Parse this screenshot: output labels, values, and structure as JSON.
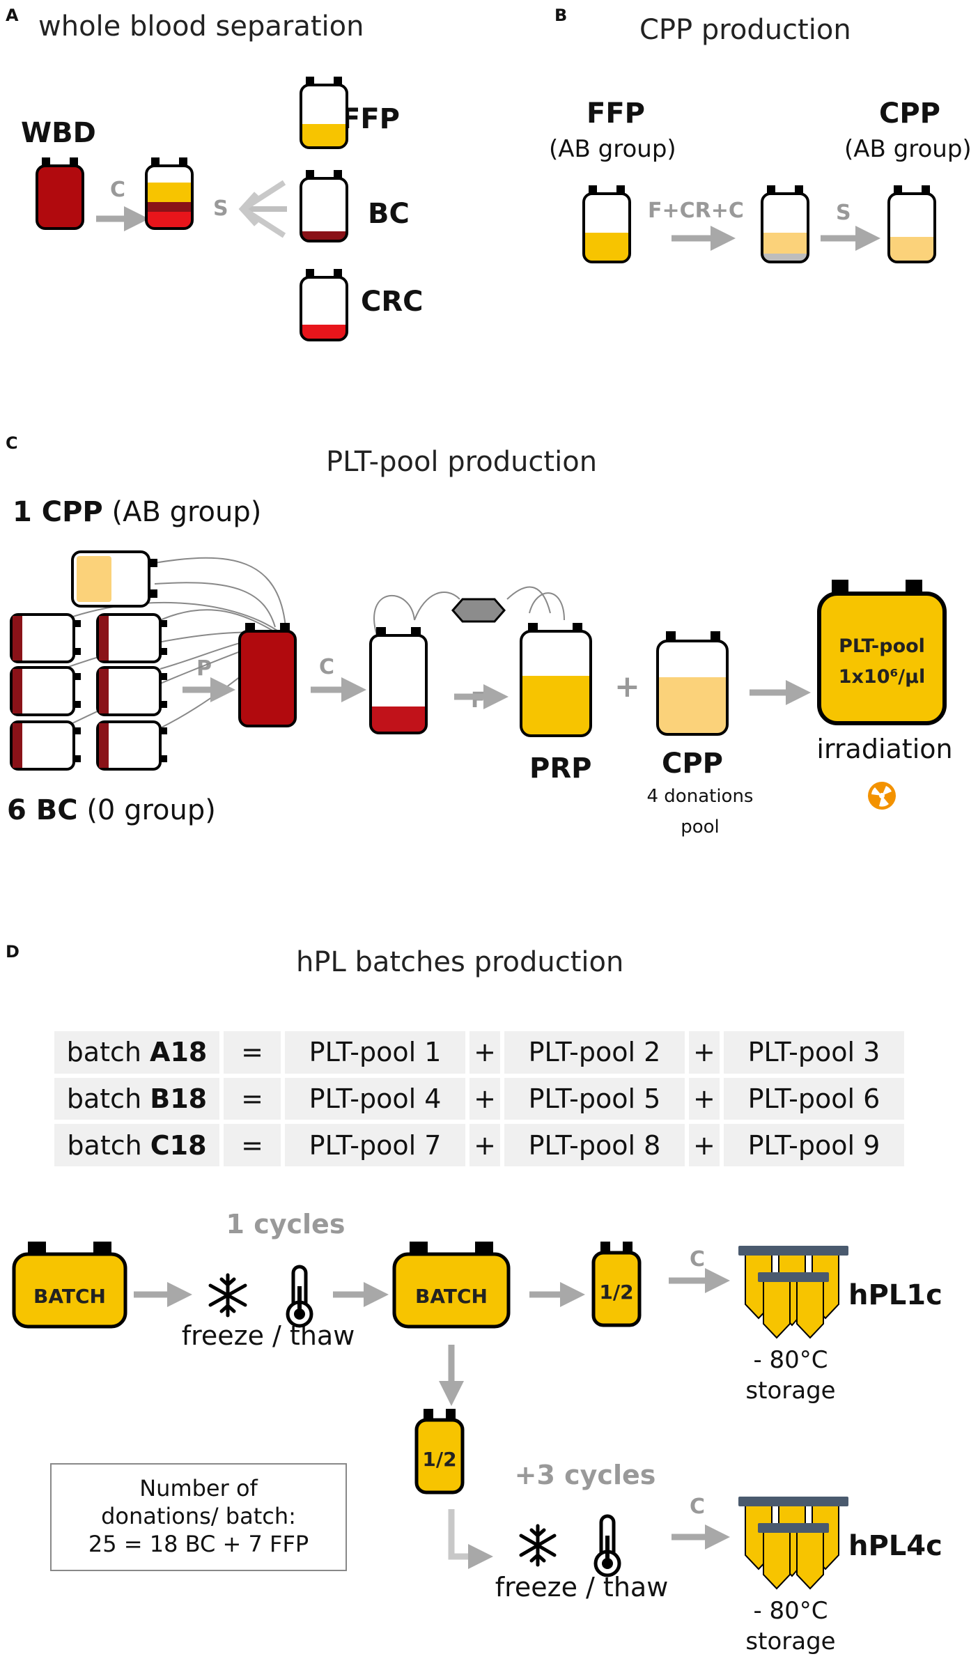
{
  "panels": {
    "A": {
      "letter": "A",
      "title": "whole blood separation",
      "wbd": "WBD",
      "c_label": "C",
      "s_label": "S",
      "ffp": "FFP",
      "bc": "BC",
      "crc": "CRC"
    },
    "B": {
      "letter": "B",
      "title": "CPP production",
      "ffp": "FFP",
      "ffp_group": "(AB group)",
      "arrow1": "F+CR+C",
      "arrow2": "S",
      "cpp": "CPP",
      "cpp_group": "(AB group)"
    },
    "C": {
      "letter": "C",
      "title": "PLT-pool production",
      "cpp_count": "1 CPP",
      "cpp_group": "(AB group)",
      "bc_count": "6 BC",
      "bc_group": "(0 group)",
      "p_label": "P",
      "c_label": "C",
      "f_label": "F",
      "plus": "+",
      "prp": "PRP",
      "cpp": "CPP",
      "cpp_note1": "4 donations",
      "cpp_note2": "pool",
      "pool_bag_l1": "PLT-pool",
      "pool_bag_l2": "1x10⁶/µl",
      "irradiation": "irradiation",
      "irradiation_icon": "radiation-icon"
    },
    "D": {
      "letter": "D",
      "title": "hPL batches production",
      "batches": [
        {
          "prefix": "batch ",
          "id": "A18",
          "eq": "=",
          "p1": "PLT-pool 1",
          "plus1": "+",
          "p2": "PLT-pool 2",
          "plus2": "+",
          "p3": "PLT-pool 3"
        },
        {
          "prefix": "batch ",
          "id": "B18",
          "eq": "=",
          "p1": "PLT-pool 4",
          "plus1": "+",
          "p2": "PLT-pool 5",
          "plus2": "+",
          "p3": "PLT-pool 6"
        },
        {
          "prefix": "batch ",
          "id": "C18",
          "eq": "=",
          "p1": "PLT-pool 7",
          "plus1": "+",
          "p2": "PLT-pool 8",
          "plus2": "+",
          "p3": "PLT-pool 9"
        }
      ],
      "batch_bag": "BATCH",
      "cycles1": "1 cycles",
      "freeze_thaw1": "freeze / thaw",
      "half": "1/2",
      "c_label": "C",
      "hpl1c": "hPL1c",
      "storage_temp": "- 80°C",
      "storage": "storage",
      "cycles2": "+3 cycles",
      "freeze_thaw2": "freeze / thaw",
      "hpl4c": "hPL4c",
      "note_l1": "Number of",
      "note_l2": "donations/ batch:",
      "note_l3": "25 = 18 BC + 7 FFP"
    }
  },
  "colors": {
    "red": "#b10a0e",
    "bright_red": "#e8151b",
    "yellow": "#f7c400",
    "pale_yellow": "#fbd27a",
    "dark_red": "#8a1218",
    "arrow_gray": "#a8a8a8",
    "cap_blue": "#4a5a6e"
  }
}
